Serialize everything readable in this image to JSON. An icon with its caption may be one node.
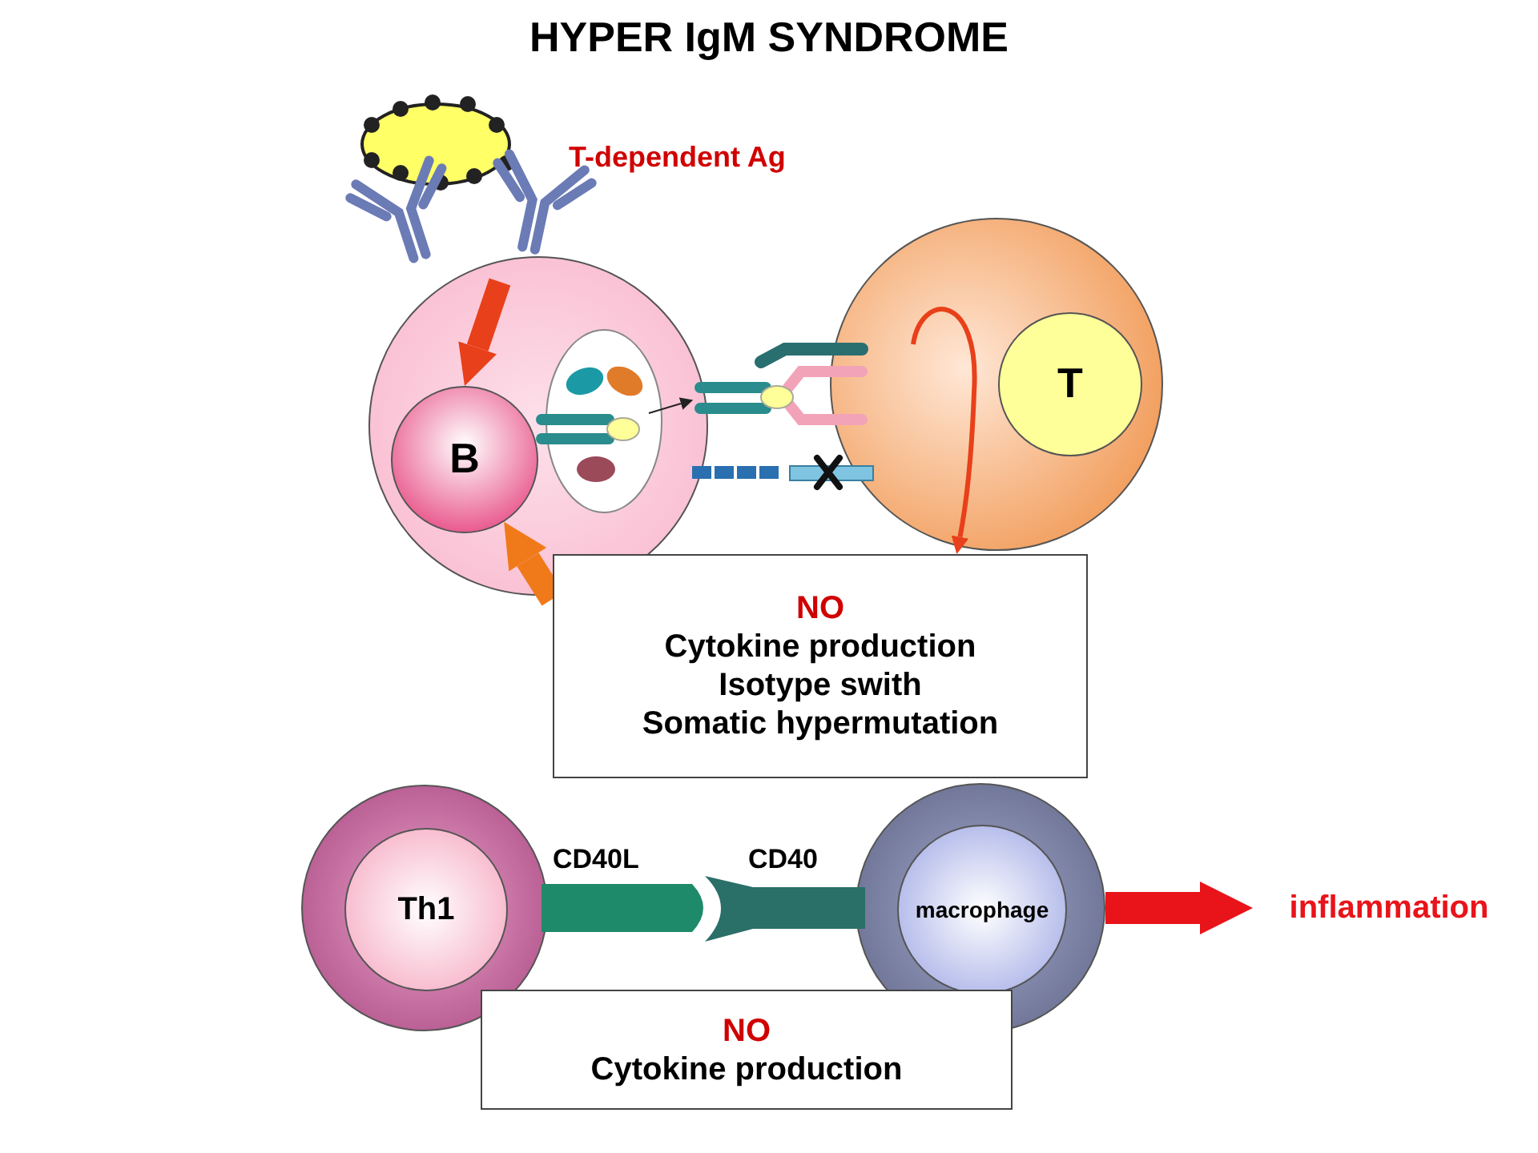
{
  "diagram": {
    "title": "HYPER IgM SYNDROME",
    "nodes": [
      {
        "text": [],
        "shape": "circle"
      },
      {
        "text": [
          "B"
        ],
        "in": 0
      },
      {
        "text": [],
        "shape": "circle"
      },
      {
        "text": [
          "T"
        ],
        "in": 2
      },
      {
        "text": [
          "NO",
          "Cytokine production",
          "Isotype swith",
          "Somatic hypermutation"
        ]
      },
      {
        "text": [],
        "shape": "circle"
      },
      {
        "text": [
          "Th1"
        ],
        "in": 5
      },
      {
        "text": [],
        "shape": "circle"
      },
      {
        "text": [
          "macrophage"
        ],
        "in": 7
      },
      {
        "text": [
          "NO",
          "Cytokine production"
        ]
      },
      {
        "text": [
          "inflammation"
        ]
      }
    ],
    "edges": [
      {
        "from": 7,
        "to": 10,
        "arrow": "to",
        "color": "#e8141a"
      },
      {
        "from": 4,
        "to": 1,
        "arrow": "to",
        "color": "#f07a1a"
      },
      {
        "from": null,
        "to": 4,
        "arrow": "to",
        "color": "#e8401a"
      },
      {
        "from": null,
        "to": 1,
        "arrow": "to",
        "color": "#e8401a"
      }
    ],
    "labels": [
      "T-dependent Ag",
      "CD40L",
      "CD40"
    ]
  }
}
